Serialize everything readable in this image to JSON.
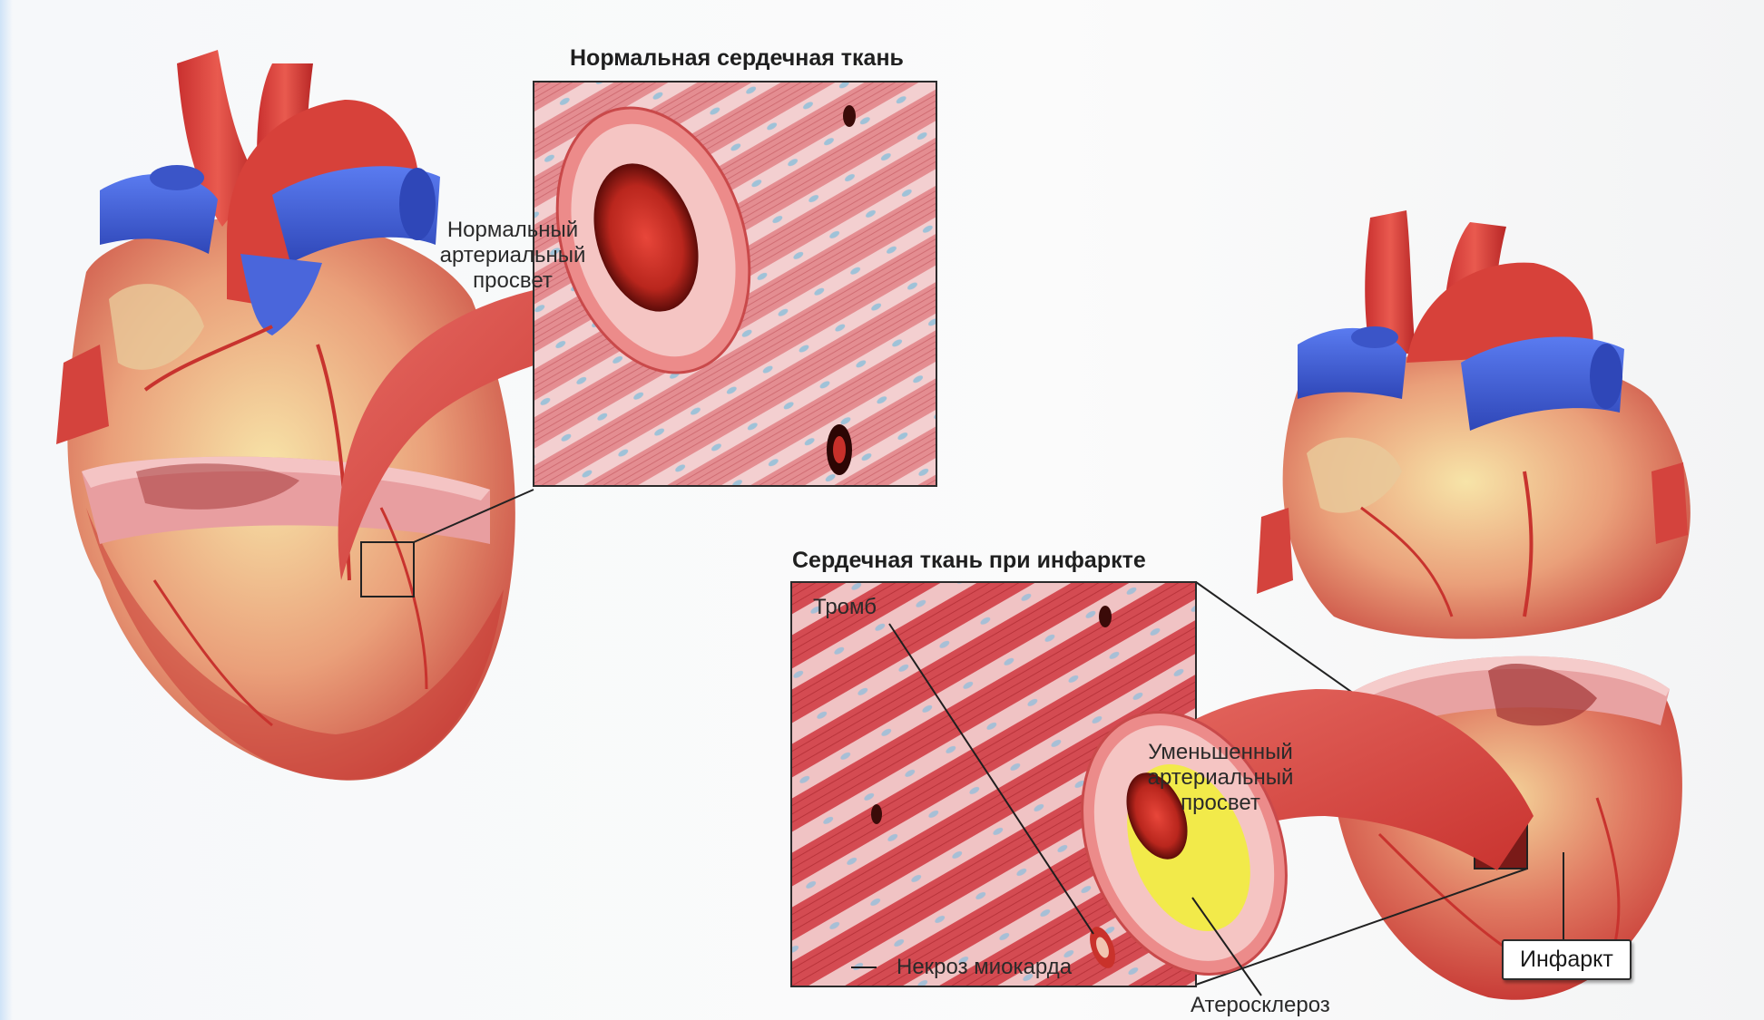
{
  "titles": {
    "normal_tissue": "Нормальная сердечная ткань",
    "infarct_tissue": "Сердечная ткань при инфаркте"
  },
  "labels": {
    "normal_lumen_line1": "Нормальный",
    "normal_lumen_line2": "артериальный",
    "normal_lumen_line3": "просвет",
    "reduced_lumen_line1": "Уменьшенный",
    "reduced_lumen_line2": "артериальный",
    "reduced_lumen_line3": "просвет",
    "thrombus": "Тромб",
    "necrosis": "Некроз миокарда",
    "atherosclerosis": "Атеросклероз",
    "infarct": "Инфаркт"
  },
  "colors": {
    "muscle": "#d9535a",
    "muscle_dark": "#b8323a",
    "artery_wall": "#f1a7a8",
    "vein_blue": "#4060d8",
    "fat_yellow": "#efd58a",
    "plaque_yellow": "#f4ee55",
    "lumen_dark": "#7a1411"
  }
}
